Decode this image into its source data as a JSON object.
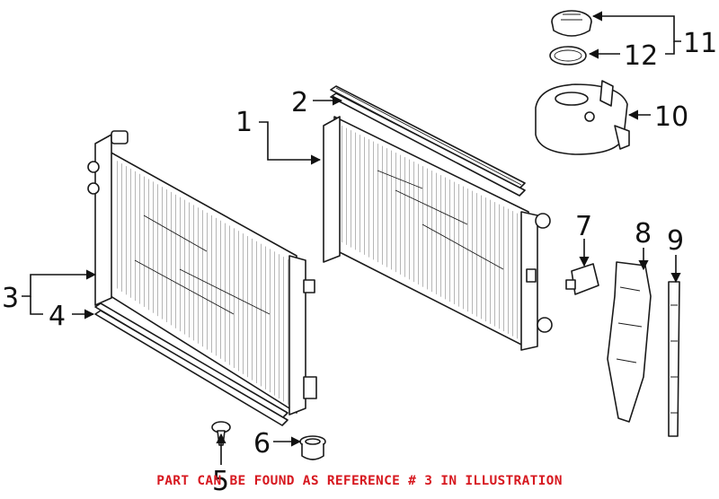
{
  "callouts": [
    "1",
    "2",
    "3",
    "4",
    "5",
    "6",
    "7",
    "8",
    "9",
    "10",
    "11",
    "12"
  ],
  "notice": "PART CAN BE FOUND AS REFERENCE # 3 IN ILLUSTRATION",
  "colors": {
    "notice": "#d71920",
    "line": "#111111"
  }
}
